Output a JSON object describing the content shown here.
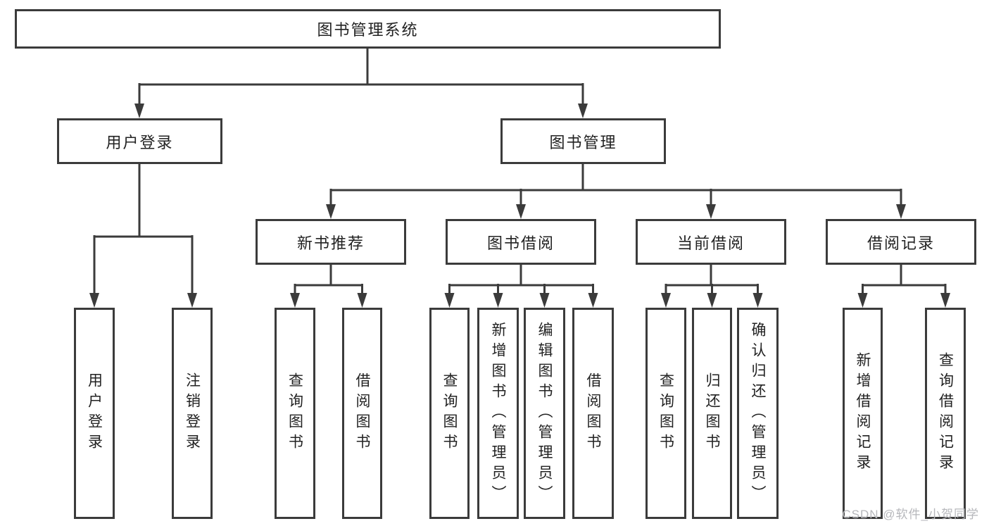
{
  "root": {
    "label": "图书管理系统"
  },
  "branches": [
    {
      "label": "用户登录",
      "children": [
        {
          "label": "用户登录"
        },
        {
          "label": "注销登录"
        }
      ]
    },
    {
      "label": "图书管理",
      "children": [
        {
          "label": "新书推荐",
          "children": [
            {
              "label": "查询图书"
            },
            {
              "label": "借阅图书"
            }
          ]
        },
        {
          "label": "图书借阅",
          "children": [
            {
              "label": "查询图书"
            },
            {
              "label": "新增图书（管理员）"
            },
            {
              "label": "编辑图书（管理员）"
            },
            {
              "label": "借阅图书"
            }
          ]
        },
        {
          "label": "当前借阅",
          "children": [
            {
              "label": "查询图书"
            },
            {
              "label": "归还图书"
            },
            {
              "label": "确认归还（管理员）"
            }
          ]
        },
        {
          "label": "借阅记录",
          "children": [
            {
              "label": "新增借阅记录"
            },
            {
              "label": "查询借阅记录"
            }
          ]
        }
      ]
    }
  ],
  "watermark": {
    "text": "CSDN @软件_小贺同学"
  },
  "colors": {
    "line": "#3b3b3b",
    "text": "#222222",
    "watermark": "#b6b7bb",
    "background": "#ffffff"
  }
}
